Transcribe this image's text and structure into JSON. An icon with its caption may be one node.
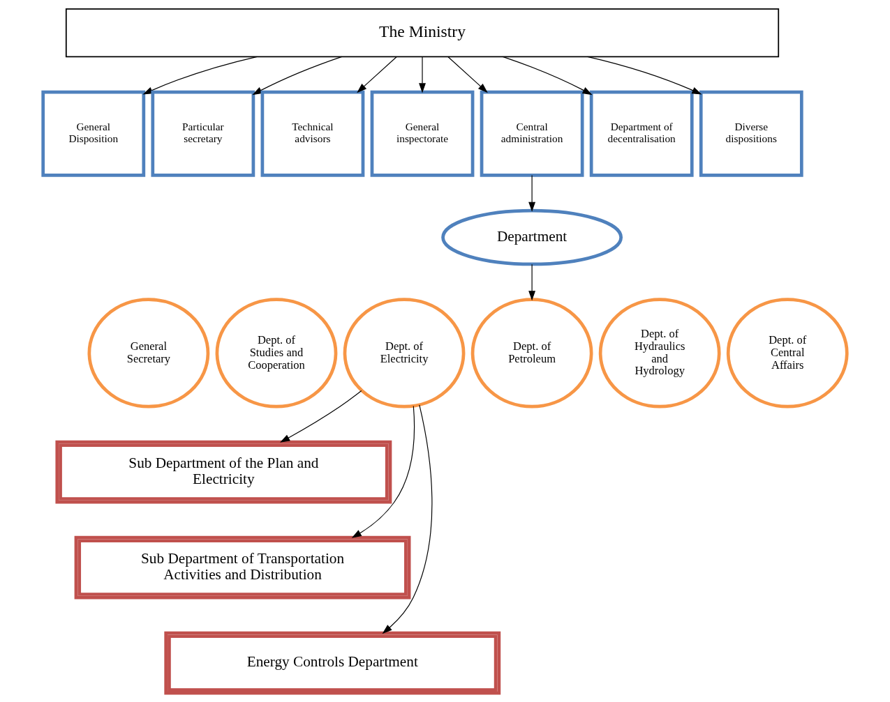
{
  "diagram": {
    "nodes": [
      {
        "text": [
          "The Ministry"
        ]
      },
      {
        "text": [
          "General Disposition"
        ]
      },
      {
        "text": [
          "Particular secretary"
        ]
      },
      {
        "text": [
          "Technical advisors"
        ]
      },
      {
        "text": [
          "General inspectorate"
        ]
      },
      {
        "text": [
          "Central administration"
        ]
      },
      {
        "text": [
          "Department of decentralisation"
        ]
      },
      {
        "text": [
          "Diverse dispositions"
        ]
      },
      {
        "text": [
          "Department"
        ]
      },
      {
        "text": [
          "General Secretary"
        ]
      },
      {
        "text": [
          "Dept. of Studies and Cooperation"
        ]
      },
      {
        "text": [
          "Dept. of Electricity"
        ]
      },
      {
        "text": [
          "Dept. of Petroleum"
        ]
      },
      {
        "text": [
          "Dept. of Hydraulics and Hydrology"
        ]
      },
      {
        "text": [
          "Dept. of Central Affairs"
        ]
      },
      {
        "text": [
          "Sub Department of the Plan and Electricity"
        ]
      },
      {
        "text": [
          "Sub Department of Transportation Activities and Distribution"
        ]
      },
      {
        "text": [
          "Energy Controls Department"
        ]
      }
    ],
    "edges": [
      {
        "from": 0,
        "to": 1,
        "arrow": "to"
      },
      {
        "from": 0,
        "to": 2,
        "arrow": "to"
      },
      {
        "from": 0,
        "to": 3,
        "arrow": "to"
      },
      {
        "from": 0,
        "to": 4,
        "arrow": "to"
      },
      {
        "from": 0,
        "to": 5,
        "arrow": "to"
      },
      {
        "from": 0,
        "to": 6,
        "arrow": "to"
      },
      {
        "from": 0,
        "to": 7,
        "arrow": "to"
      },
      {
        "from": 5,
        "to": 8,
        "arrow": "to"
      },
      {
        "from": 8,
        "to": 12,
        "arrow": "to"
      },
      {
        "from": 11,
        "to": 15,
        "arrow": "to"
      },
      {
        "from": 11,
        "to": 16,
        "arrow": "to"
      },
      {
        "from": 11,
        "to": 17,
        "arrow": "to"
      }
    ]
  }
}
